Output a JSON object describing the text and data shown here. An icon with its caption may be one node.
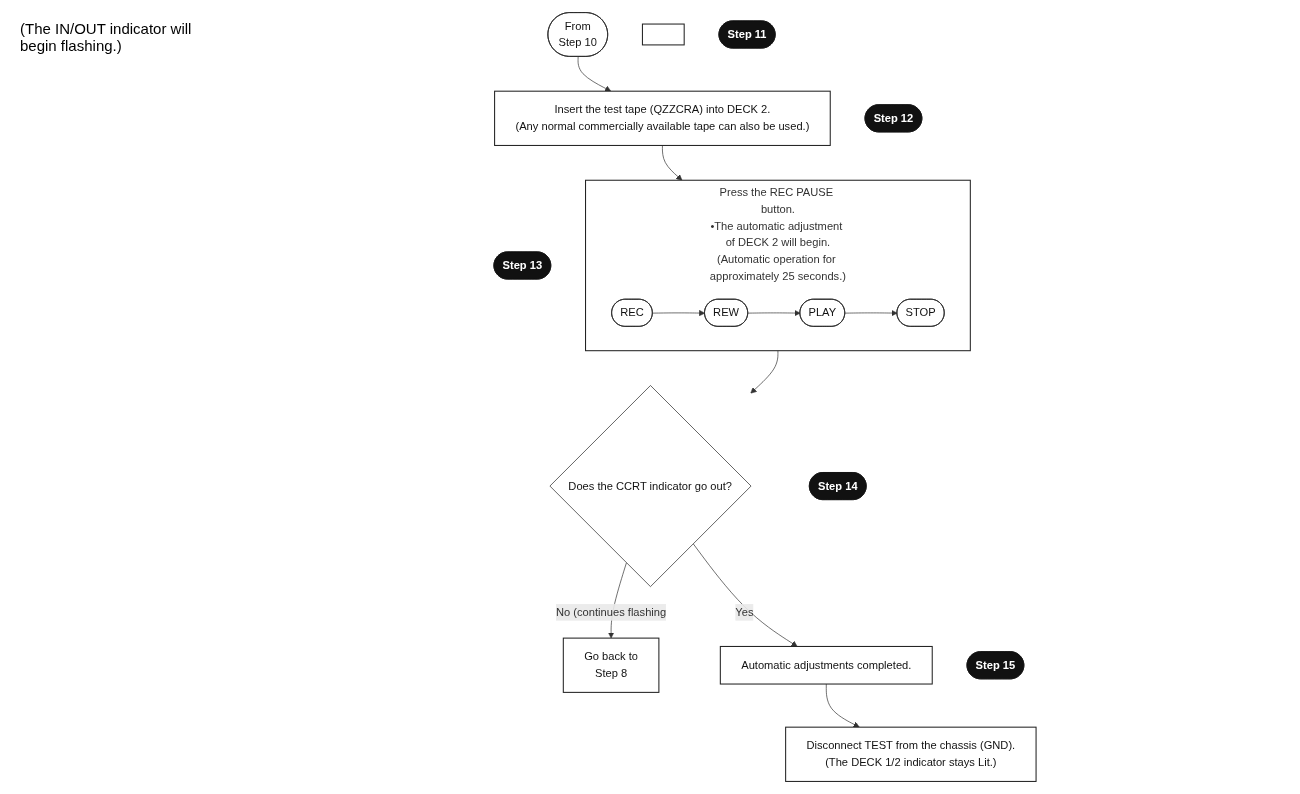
{
  "diagram": {
    "nodes": [
      {
        "text": [
          "From",
          "Step 10"
        ]
      },
      {
        "text": [
          "Go back to",
          "Step 8"
        ]
      },
      {
        "text": [],
        "shape": "box"
      },
      {
        "text": [
          "Step 11"
        ]
      },
      {
        "text": [
          "Insert the test tape (QZZCRA) into DECK 2.",
          "(Any normal commercially available tape can also be used.)"
        ]
      },
      {
        "text": [
          "Step 12"
        ]
      },
      {
        "text": [
          "Press the REC PAUSE button.",
          "•The automatic adjustment of DECK 2 will begin.",
          "(Automatic operation for approximately 25 seconds.)"
        ]
      },
      {
        "text": [
          "REC"
        ],
        "in": 6
      },
      {
        "text": [
          "REW"
        ],
        "in": 6
      },
      {
        "text": [
          "PLAY"
        ],
        "in": 6
      },
      {
        "text": [
          "STOP"
        ],
        "in": 6
      },
      {
        "text": [
          "Step 13"
        ]
      },
      {
        "text": [
          "Does the CCRT indicator go out?"
        ]
      },
      {
        "text": [
          "Step 14"
        ]
      },
      {
        "text": [
          "Automatic adjustments completed."
        ]
      },
      {
        "text": [
          "Step 15"
        ]
      },
      {
        "text": [
          "Disconnect TEST from the chassis (GND).",
          "(The DECK 1/2 indicator stays Lit.)"
        ]
      }
    ],
    "edges": [
      {
        "from": 0,
        "to": 4,
        "arrow": "to"
      },
      {
        "from": 4,
        "to": 6,
        "arrow": "to"
      },
      {
        "from": 7,
        "to": 8,
        "arrow": "to"
      },
      {
        "from": 8,
        "to": 9,
        "arrow": "to"
      },
      {
        "from": 9,
        "to": 10,
        "arrow": "to"
      },
      {
        "from": 6,
        "to": 12,
        "arrow": "to"
      },
      {
        "from": 12,
        "to": 14,
        "label": "Yes",
        "arrow": "to"
      },
      {
        "from": 12,
        "to": 1,
        "label": "No (continues flashing",
        "arrow": "to"
      },
      {
        "from": 14,
        "to": 16,
        "arrow": "to"
      }
    ],
    "labels": [
      "(The IN/OUT indicator will begin flashing.)"
    ]
  }
}
